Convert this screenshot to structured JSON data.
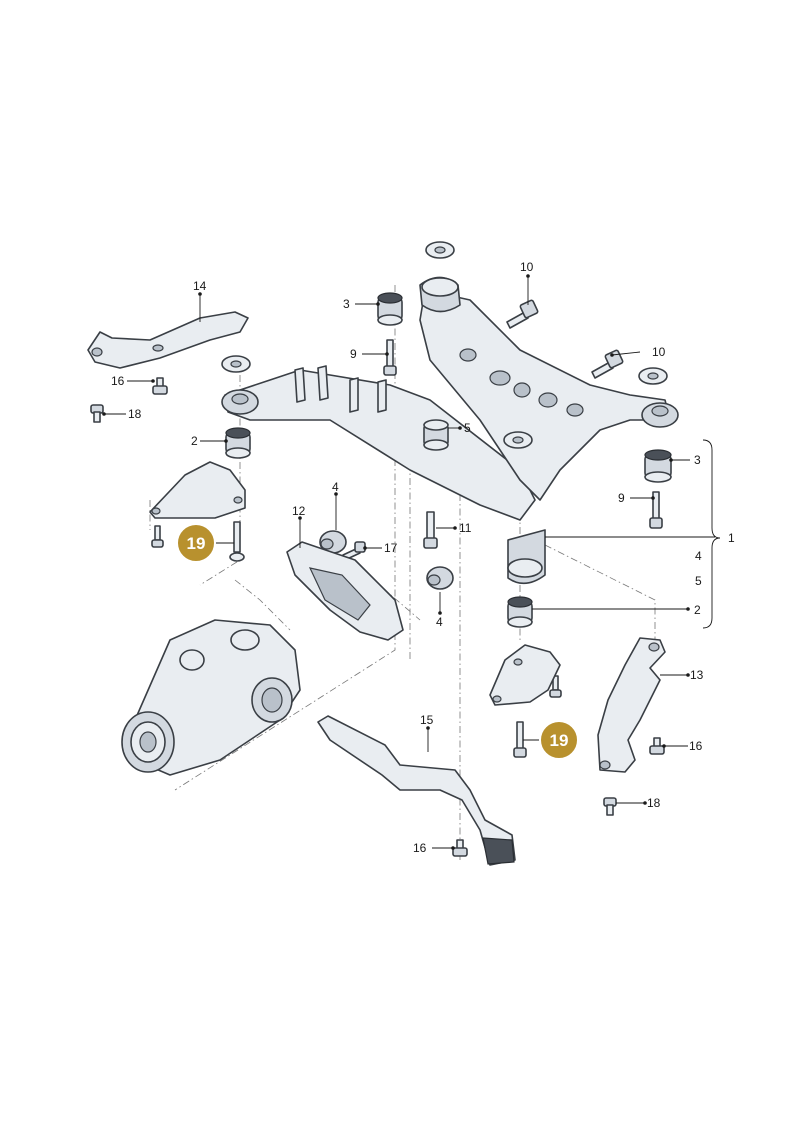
{
  "callouts": [
    {
      "id": "c1",
      "text": "1"
    },
    {
      "id": "c2a",
      "text": "2"
    },
    {
      "id": "c2b",
      "text": "2"
    },
    {
      "id": "c3a",
      "text": "3"
    },
    {
      "id": "c3b",
      "text": "3"
    },
    {
      "id": "c4a",
      "text": "4"
    },
    {
      "id": "c4b",
      "text": "4"
    },
    {
      "id": "c4c",
      "text": "4"
    },
    {
      "id": "c5a",
      "text": "5"
    },
    {
      "id": "c5b",
      "text": "5"
    },
    {
      "id": "c9a",
      "text": "9"
    },
    {
      "id": "c9b",
      "text": "9"
    },
    {
      "id": "c10a",
      "text": "10"
    },
    {
      "id": "c10b",
      "text": "10"
    },
    {
      "id": "c11",
      "text": "11"
    },
    {
      "id": "c12",
      "text": "12"
    },
    {
      "id": "c13",
      "text": "13"
    },
    {
      "id": "c14",
      "text": "14"
    },
    {
      "id": "c15",
      "text": "15"
    },
    {
      "id": "c16a",
      "text": "16"
    },
    {
      "id": "c16b",
      "text": "16"
    },
    {
      "id": "c16c",
      "text": "16"
    },
    {
      "id": "c17",
      "text": "17"
    },
    {
      "id": "c18a",
      "text": "18"
    },
    {
      "id": "c18b",
      "text": "18"
    }
  ],
  "highlight": {
    "label": "19",
    "color": "#b8912e"
  },
  "colors": {
    "part_fill": "#e9edf1",
    "outline": "#3a3f45"
  }
}
